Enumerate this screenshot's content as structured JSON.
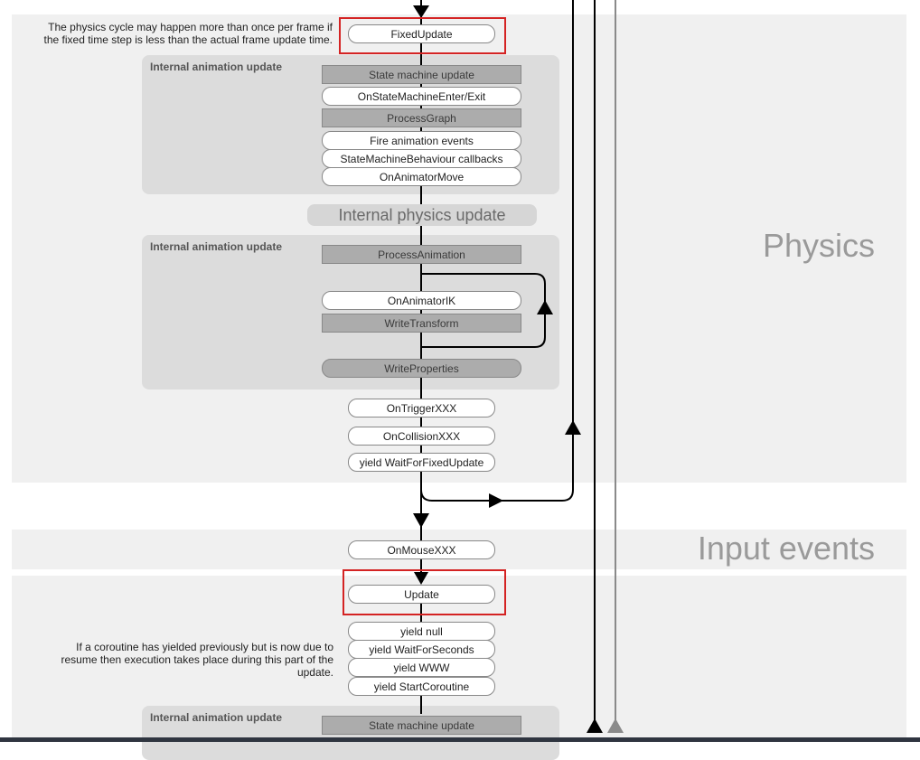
{
  "physics": {
    "title": "Physics",
    "note": "The physics cycle may happen more than once per frame if the fixed time step is less than the actual frame update time.",
    "fixed_update": "FixedUpdate",
    "anim_group1": {
      "label": "Internal animation update",
      "items": [
        "State machine update",
        "OnStateMachineEnter/Exit",
        "ProcessGraph",
        "Fire animation events",
        "StateMachineBehaviour callbacks",
        "OnAnimatorMove"
      ]
    },
    "internal_physics": "Internal physics update",
    "anim_group2": {
      "label": "Internal animation update",
      "items": [
        "ProcessAnimation",
        "OnAnimatorIK",
        "WriteTransform",
        "WriteProperties"
      ]
    },
    "after": [
      "OnTriggerXXX",
      "OnCollisionXXX",
      "yield WaitForFixedUpdate"
    ]
  },
  "input": {
    "title": "Input events",
    "item": "OnMouseXXX"
  },
  "game_logic": {
    "update": "Update",
    "yields": [
      "yield null",
      "yield WaitForSeconds",
      "yield WWW",
      "yield StartCoroutine"
    ],
    "note": "If a coroutine has yielded previously but is now due to resume then execution takes place during this part of the update.",
    "anim_group3": {
      "label": "Internal animation update",
      "items": [
        "State machine update"
      ]
    }
  },
  "colors": {
    "highlight": "#d42323",
    "section_bg": "#f0f0f0",
    "group_bg": "#dcdcdc",
    "box_grey": "#acacac"
  }
}
